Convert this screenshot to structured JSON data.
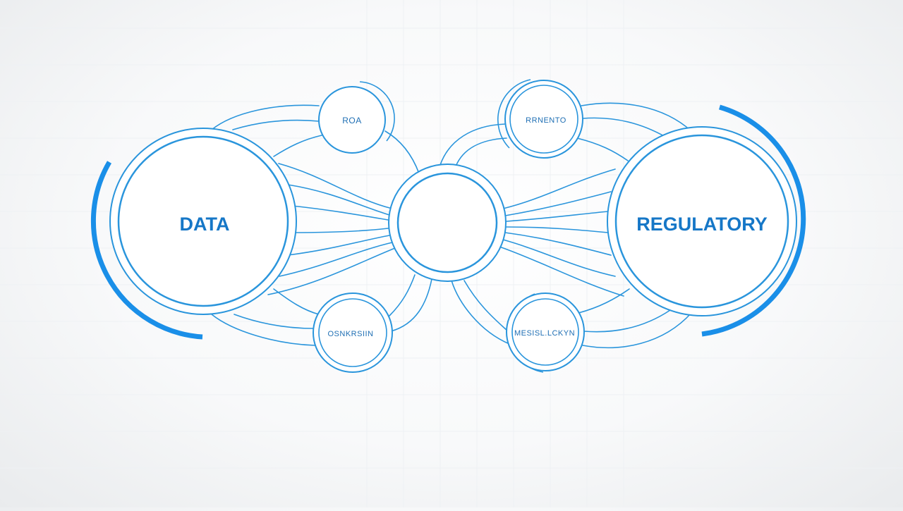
{
  "colors": {
    "primary": "#2a95dc",
    "accent": "#1a8fe8",
    "text": "#1677c7",
    "grid": "#eef1f4"
  },
  "nodes": {
    "left": {
      "label": "DATA"
    },
    "right": {
      "label": "REGULATORY"
    },
    "center": {
      "label": ""
    },
    "top_left": {
      "label": "ROA"
    },
    "top_right": {
      "label": "RRNENTO"
    },
    "bottom_left": {
      "label": "OSNKRSIIN"
    },
    "bottom_right": {
      "label": "MESISL.LCKYN"
    }
  }
}
